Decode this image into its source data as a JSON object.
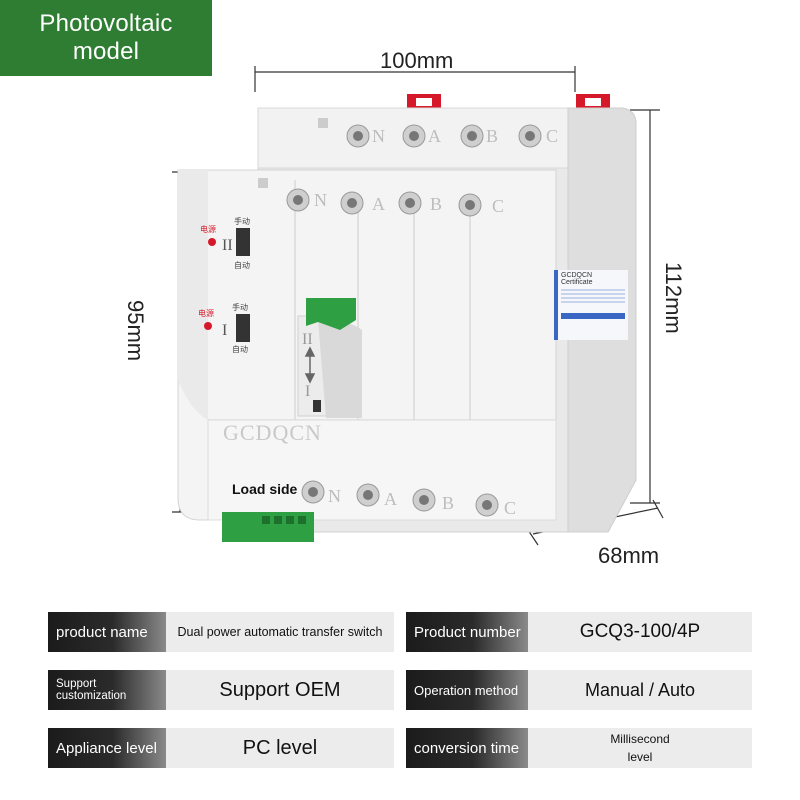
{
  "badge": {
    "line1": "Photovoltaic",
    "line2": "model"
  },
  "dimensions": {
    "width": "100mm",
    "height_front": "95mm",
    "height_total": "112mm",
    "depth": "68mm"
  },
  "device": {
    "brand": "GCDQCN",
    "load_side_label": "Load side",
    "upper_terminals": [
      "N",
      "A",
      "B",
      "C"
    ],
    "lower_terminals": [
      "N",
      "A",
      "B",
      "C"
    ],
    "bottom_terminals": [
      "N",
      "A",
      "B",
      "C"
    ],
    "module_marks": {
      "upper": "II",
      "lower": "I"
    },
    "switch_labels": {
      "manual": "手动",
      "auto": "自动",
      "power": "电源"
    },
    "lever_marks": {
      "top": "II",
      "bottom": "I"
    },
    "certificate": {
      "header": "GCDQCN",
      "title": "Certificate"
    }
  },
  "specs": [
    {
      "label": "product name",
      "value": "Dual power automatic transfer switch"
    },
    {
      "label": "Product number",
      "value": "GCQ3-100/4P"
    },
    {
      "label": "Support customization",
      "value": "Support OEM"
    },
    {
      "label": "Operation method",
      "value": "Manual / Auto"
    },
    {
      "label": "Appliance level",
      "value": "PC level"
    },
    {
      "label": "conversion time",
      "value": "Millisecond level"
    }
  ],
  "colors": {
    "badge_green": "#2e7d32",
    "handle_green": "#2ea043",
    "terminal_red": "#d6192a",
    "cert_blue": "#3a66c4"
  }
}
